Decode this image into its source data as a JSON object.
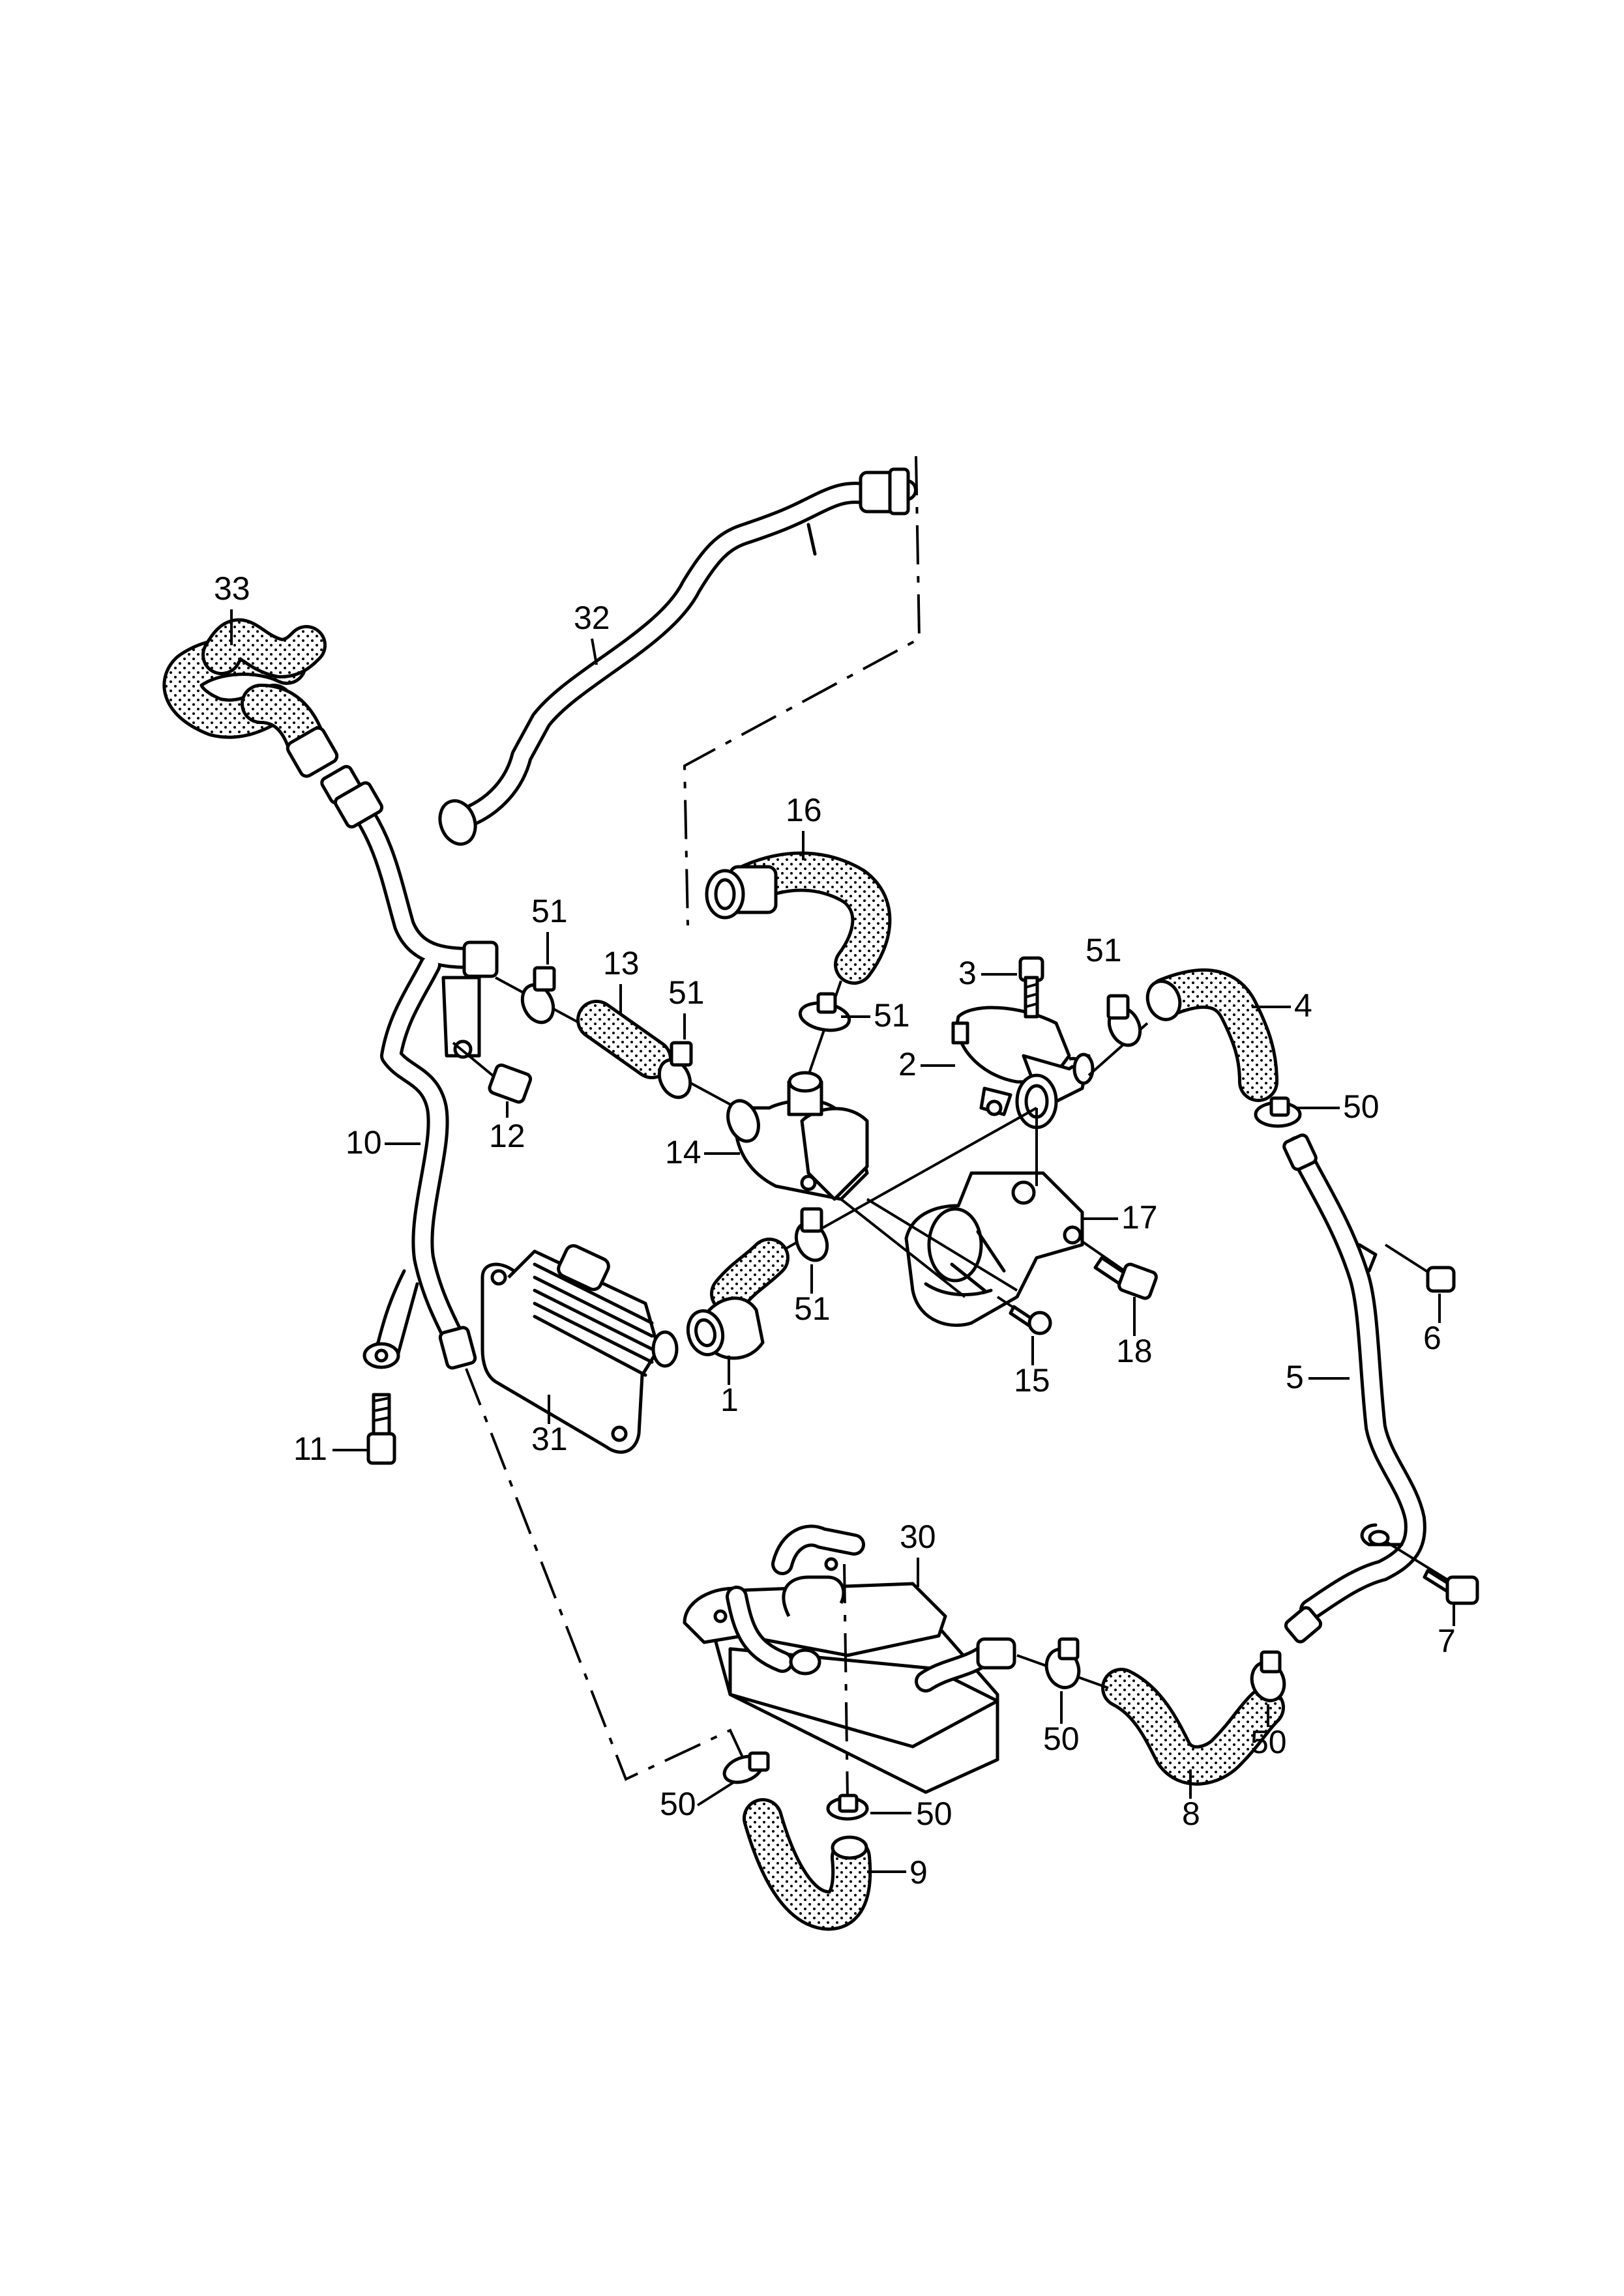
{
  "labels": {
    "p1": "1",
    "p2": "2",
    "p3": "3",
    "p4": "4",
    "p5": "5",
    "p6": "6",
    "p7": "7",
    "p8": "8",
    "p9": "9",
    "p10": "10",
    "p11": "11",
    "p12": "12",
    "p13": "13",
    "p14": "14",
    "p15": "15",
    "p16": "16",
    "p17": "17",
    "p18": "18",
    "p30": "30",
    "p31": "31",
    "p32": "32",
    "p33": "33",
    "p50": "50",
    "p51": "51"
  },
  "colors": {
    "line": "#000000",
    "background": "#ffffff"
  }
}
